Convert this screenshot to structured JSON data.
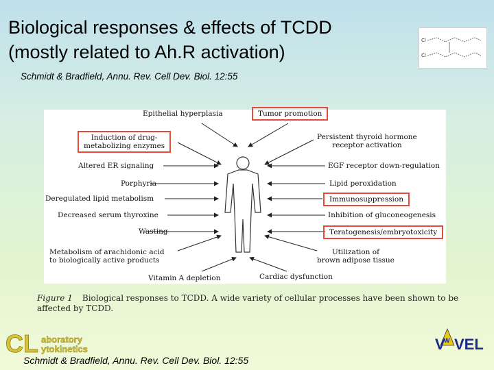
{
  "slide": {
    "title": "Biological responses & effects of TCDD\n(mostly related to Ah.R activation)",
    "citation_top": "Schmidt & Bradfield, Annu. Rev. Cell Dev. Biol. 12:55",
    "citation_bottom": "Schmidt & Bradfield, Annu. Rev. Cell Dev. Biol. 12:55"
  },
  "figure": {
    "center_icon": "human-body-icon",
    "highlight_color": "#e64a3a",
    "labels": {
      "epithelial_hyperplasia": "Epithelial hyperplasia",
      "tumor_promotion": "Tumor promotion",
      "induction_drug_enzymes": "Induction of drug-\nmetabolizing enzymes",
      "thyroid_receptor": "Persistent thyroid hormone\nreceptor activation",
      "altered_er": "Altered ER signaling",
      "egf_down": "EGF receptor down-regulation",
      "porphyria": "Porphyria",
      "lipid_peroxidation": "Lipid peroxidation",
      "lipid_metabolism": "Deregulated lipid metabolism",
      "immunosuppression": "Immunosuppression",
      "serum_thyroxine": "Decreased serum thyroxine",
      "gluconeogenesis": "Inhibition of gluconeogenesis",
      "wasting": "Wasting",
      "teratogenesis": "Teratogenesis/embryotoxicity",
      "arachidonic": "Metabolism of arachidonic acid\nto biologically active products",
      "brown_adipose": "Utilization of\nbrown adipose tissue",
      "vitamin_a": "Vitamin A depletion",
      "cardiac": "Cardiac dysfunction"
    }
  },
  "caption": {
    "label": "Figure 1",
    "text": "Biological responses to TCDD. A wide variety of cellular processes have been shown to be affected by TCDD."
  },
  "logos": {
    "left_letters": "CL",
    "left_line1": "aboratory",
    "left_line2": "ytokinetics",
    "right_text": "VEL",
    "right_letter": "W"
  }
}
